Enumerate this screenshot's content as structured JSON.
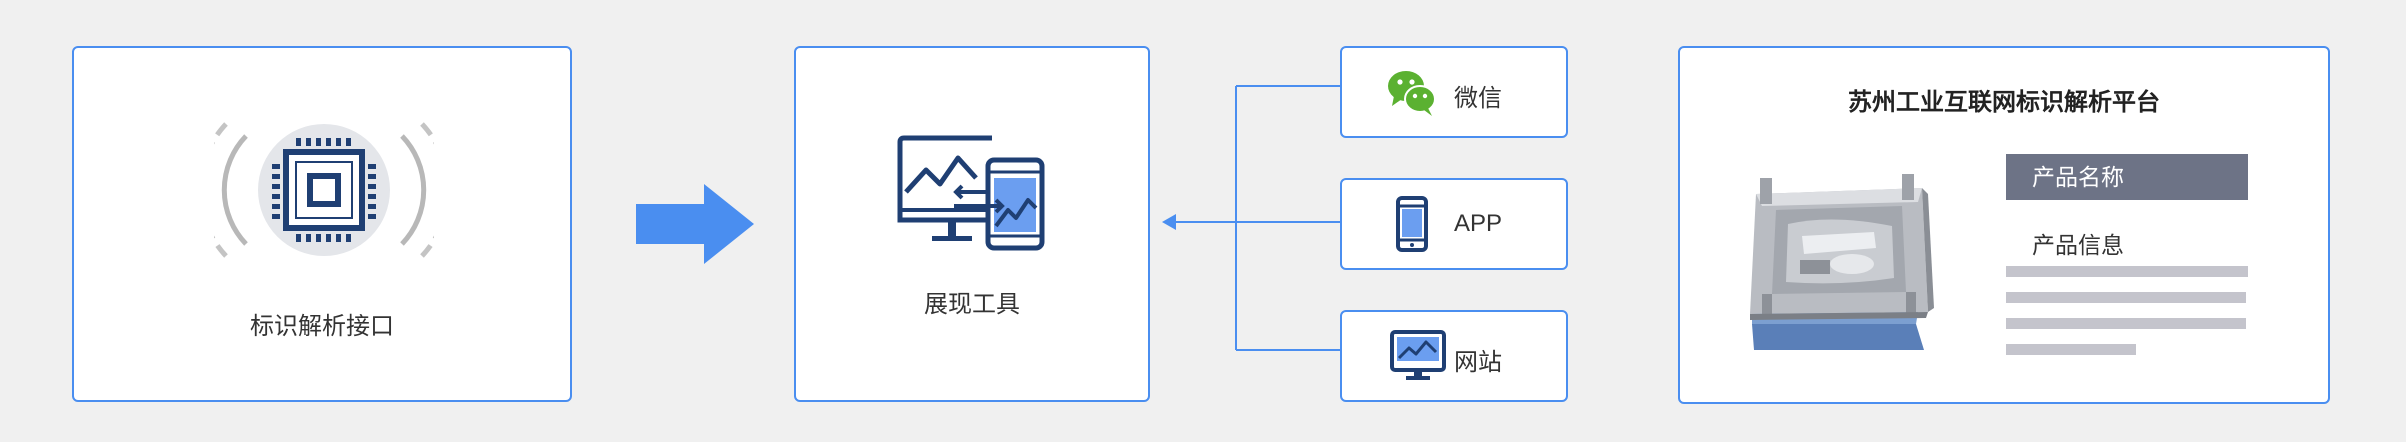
{
  "interface": {
    "label": "标识解析接口",
    "icon": "chip-signal-icon"
  },
  "display": {
    "label": "展现工具",
    "icon": "monitor-tablet-sync-icon"
  },
  "channels": [
    {
      "label": "微信",
      "icon": "wechat-icon"
    },
    {
      "label": "APP",
      "icon": "smartphone-icon"
    },
    {
      "label": "网站",
      "icon": "website-monitor-icon"
    }
  ],
  "platform": {
    "title": "苏州工业互联网标识解析平台",
    "product_name": "产品名称",
    "product_info": "产品信息",
    "image": "injection-mold-photo"
  },
  "colors": {
    "border": "#4a8ef0",
    "arrow": "#4a8ef0",
    "icon_navy": "#1f3f73",
    "wechat_green": "#5bb131",
    "label_bar": "#6d7386"
  }
}
